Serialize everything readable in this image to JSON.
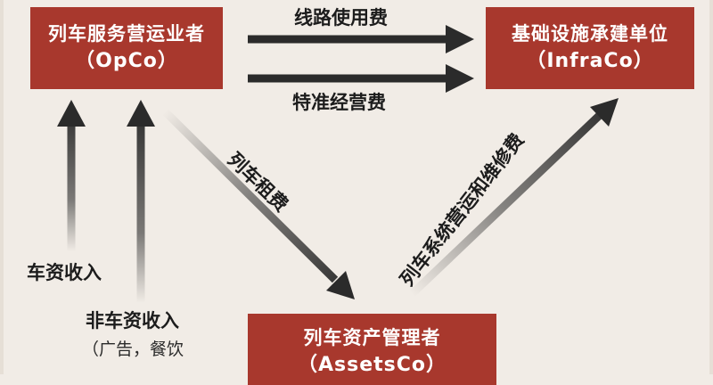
{
  "entities": {
    "opco": {
      "name": "列车服务营运业者",
      "abbr": "（OpCo）"
    },
    "infraco": {
      "name": "基础设施承建单位",
      "abbr": "（InfraCo）"
    },
    "assetsco": {
      "name": "列车资产管理者",
      "abbr": "（AssetsCo）"
    }
  },
  "flows": {
    "track_access_fee": "线路使用费",
    "franchise_fee": "特准经营费",
    "rolling_stock_lease": "列车租费",
    "maintenance_fee": "列车系统营运和维修费",
    "fare_revenue": "车资收入",
    "non_fare_revenue": "非车资收入",
    "non_fare_detail": "（广告，餐饮"
  },
  "colors": {
    "box_fill": "#a8382d",
    "box_text": "#ffffff",
    "arrow": "#2b2b2b",
    "background": "#f1ece6"
  }
}
